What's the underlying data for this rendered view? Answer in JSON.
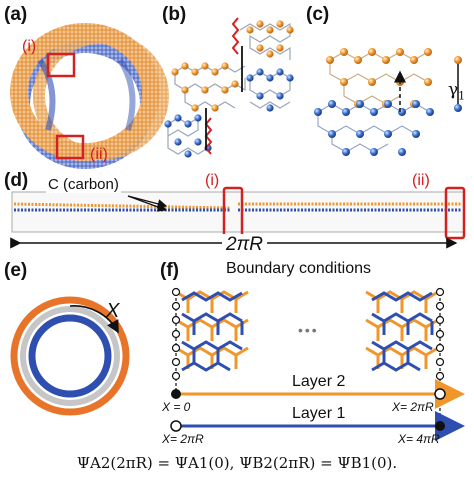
{
  "panels": {
    "a": {
      "label": "(a)",
      "marker_i": "(i)",
      "marker_ii": "(ii)"
    },
    "b": {
      "label": "(b)"
    },
    "c": {
      "label": "(c)",
      "gamma": "γ",
      "gamma_sub": "1"
    },
    "d": {
      "label": "(d)",
      "carbon_label": "C (carbon)",
      "marker_i": "(i)",
      "marker_ii": "(ii)",
      "circumference": "2πR"
    },
    "e": {
      "label": "(e)",
      "coord": "X"
    },
    "f": {
      "label": "(f)",
      "title": "Boundary conditions",
      "ellipsis": "•••",
      "layer2": "Layer 2",
      "layer1": "Layer 1",
      "x0": "X = 0",
      "x2piR_top": "X= 2πR",
      "x2piR_bottom": "X= 2πR",
      "x4piR": "X= 4πR"
    }
  },
  "equation": "ΨA2(2πR) = ΨA1(0), ΨB2(2πR) = ΨB1(0).",
  "colors": {
    "orange": "#f0962a",
    "blue": "#2e4fb0",
    "red": "#d32020"
  }
}
